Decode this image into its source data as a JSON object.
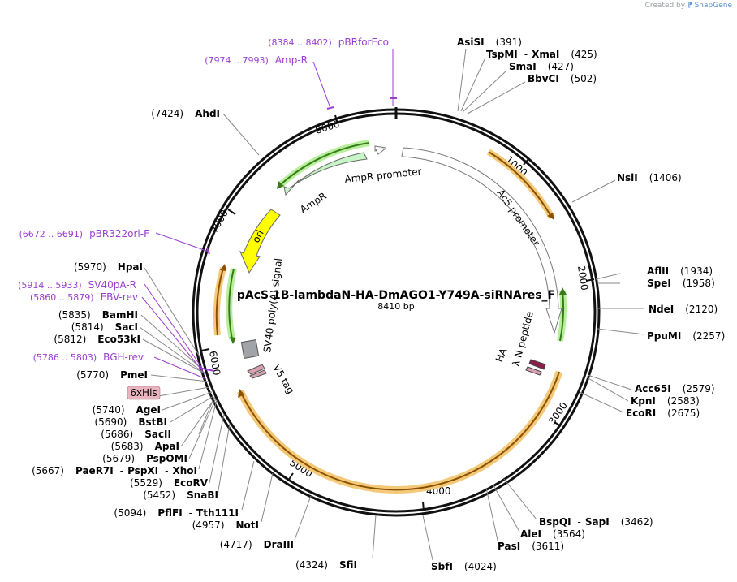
{
  "credit": {
    "prefix": "Created by",
    "brand": "SnapGene"
  },
  "plasmid": {
    "name": "pAcS 1B-lambdaN-HA-DmAGO1-Y749A-siRNAres_F",
    "length_label": "8410 bp",
    "length": 8410
  },
  "ticks": [
    "1000",
    "2000",
    "3000",
    "4000",
    "5000",
    "6000",
    "7000",
    "8000"
  ],
  "enzymes": {
    "AsiSI": {
      "name": "AsiSI",
      "pos": "(391)"
    },
    "TspMI": {
      "name": "TspMI",
      "sep": "-",
      "name2": "XmaI",
      "pos": "(425)"
    },
    "SmaI": {
      "name": "SmaI",
      "pos": "(427)"
    },
    "BbvCI": {
      "name": "BbvCI",
      "pos": "(502)"
    },
    "NsiI": {
      "name": "NsiI",
      "pos": "(1406)"
    },
    "AflII": {
      "name": "AflII",
      "pos": "(1934)"
    },
    "SpeI": {
      "name": "SpeI",
      "pos": "(1958)"
    },
    "NdeI": {
      "name": "NdeI",
      "pos": "(2120)"
    },
    "PpuMI": {
      "name": "PpuMI",
      "pos": "(2257)"
    },
    "Acc65I": {
      "name": "Acc65I",
      "pos": "(2579)"
    },
    "KpnI": {
      "name": "KpnI",
      "pos": "(2583)"
    },
    "EcoRI": {
      "name": "EcoRI",
      "pos": "(2675)"
    },
    "BspQI": {
      "name": "BspQI",
      "sep": "-",
      "name2": "SapI",
      "pos": "(3462)"
    },
    "AleI": {
      "name": "AleI",
      "pos": "(3564)"
    },
    "PasI": {
      "name": "PasI",
      "pos": "(3611)"
    },
    "SbfI": {
      "name": "SbfI",
      "pos": "(4024)"
    },
    "SfiI": {
      "name": "SfiI",
      "pos": "(4324)"
    },
    "DraIII": {
      "name": "DraIII",
      "pos": "(4717)"
    },
    "NotI": {
      "name": "NotI",
      "pos": "(4957)"
    },
    "PflFI": {
      "name": "PflFI",
      "sep": "-",
      "name2": "Tth111I",
      "pos": "(5094)"
    },
    "SnaBI": {
      "name": "SnaBI",
      "pos": "(5452)"
    },
    "EcoRV": {
      "name": "EcoRV",
      "pos": "(5529)"
    },
    "PaeR7I": {
      "name": "PaeR7I",
      "sep": "-",
      "name2": "PspXI",
      "sep2": "-",
      "name3": "XhoI",
      "pos": "(5667)"
    },
    "PspOMI": {
      "name": "PspOMI",
      "pos": "(5679)"
    },
    "ApaI": {
      "name": "ApaI",
      "pos": "(5683)"
    },
    "SacII": {
      "name": "SacII",
      "pos": "(5686)"
    },
    "BstBI": {
      "name": "BstBI",
      "pos": "(5690)"
    },
    "AgeI": {
      "name": "AgeI",
      "pos": "(5740)"
    },
    "PmeI": {
      "name": "PmeI",
      "pos": "(5770)"
    },
    "Eco53kI": {
      "name": "Eco53kI",
      "pos": "(5812)"
    },
    "SacI": {
      "name": "SacI",
      "pos": "(5814)"
    },
    "BamHI": {
      "name": "BamHI",
      "pos": "(5835)"
    },
    "HpaI": {
      "name": "HpaI",
      "pos": "(5970)"
    },
    "AhdI": {
      "name": "AhdI",
      "pos": "(7424)"
    }
  },
  "primers": {
    "pBRforEco": {
      "range": "(8384 .. 8402)",
      "name": "pBRforEco"
    },
    "AmpR": {
      "range": "(7974 .. 7993)",
      "name": "Amp-R"
    },
    "pBR322ori": {
      "range": "(6672 .. 6691)",
      "name": "pBR322ori-F"
    },
    "SV40pA": {
      "range": "(5914 .. 5933)",
      "name": "SV40pA-R"
    },
    "EBV": {
      "range": "(5860 .. 5879)",
      "name": "EBV-rev"
    },
    "BGH": {
      "range": "(5786 .. 5803)",
      "name": "BGH-rev"
    }
  },
  "features": {
    "ampr_promoter": "AmpR promoter",
    "ampr": "AmpR",
    "ori": "ori",
    "ac5": "Ac5 promoter",
    "sv40": "SV40 poly(A) signal",
    "v5": "V5 tag",
    "sixhis": "6xHis",
    "ha": "HA",
    "lambda": "λ N peptide"
  },
  "colors": {
    "primer": "#9a3fd0",
    "ampr": "#c8f5c8",
    "ori": "#ffff00",
    "orf": "#f5a623",
    "green": "#5cc12f",
    "sv40": "#a0a4a8",
    "his_badge": "#e8b4c0",
    "ha": "#8b1e4a"
  }
}
